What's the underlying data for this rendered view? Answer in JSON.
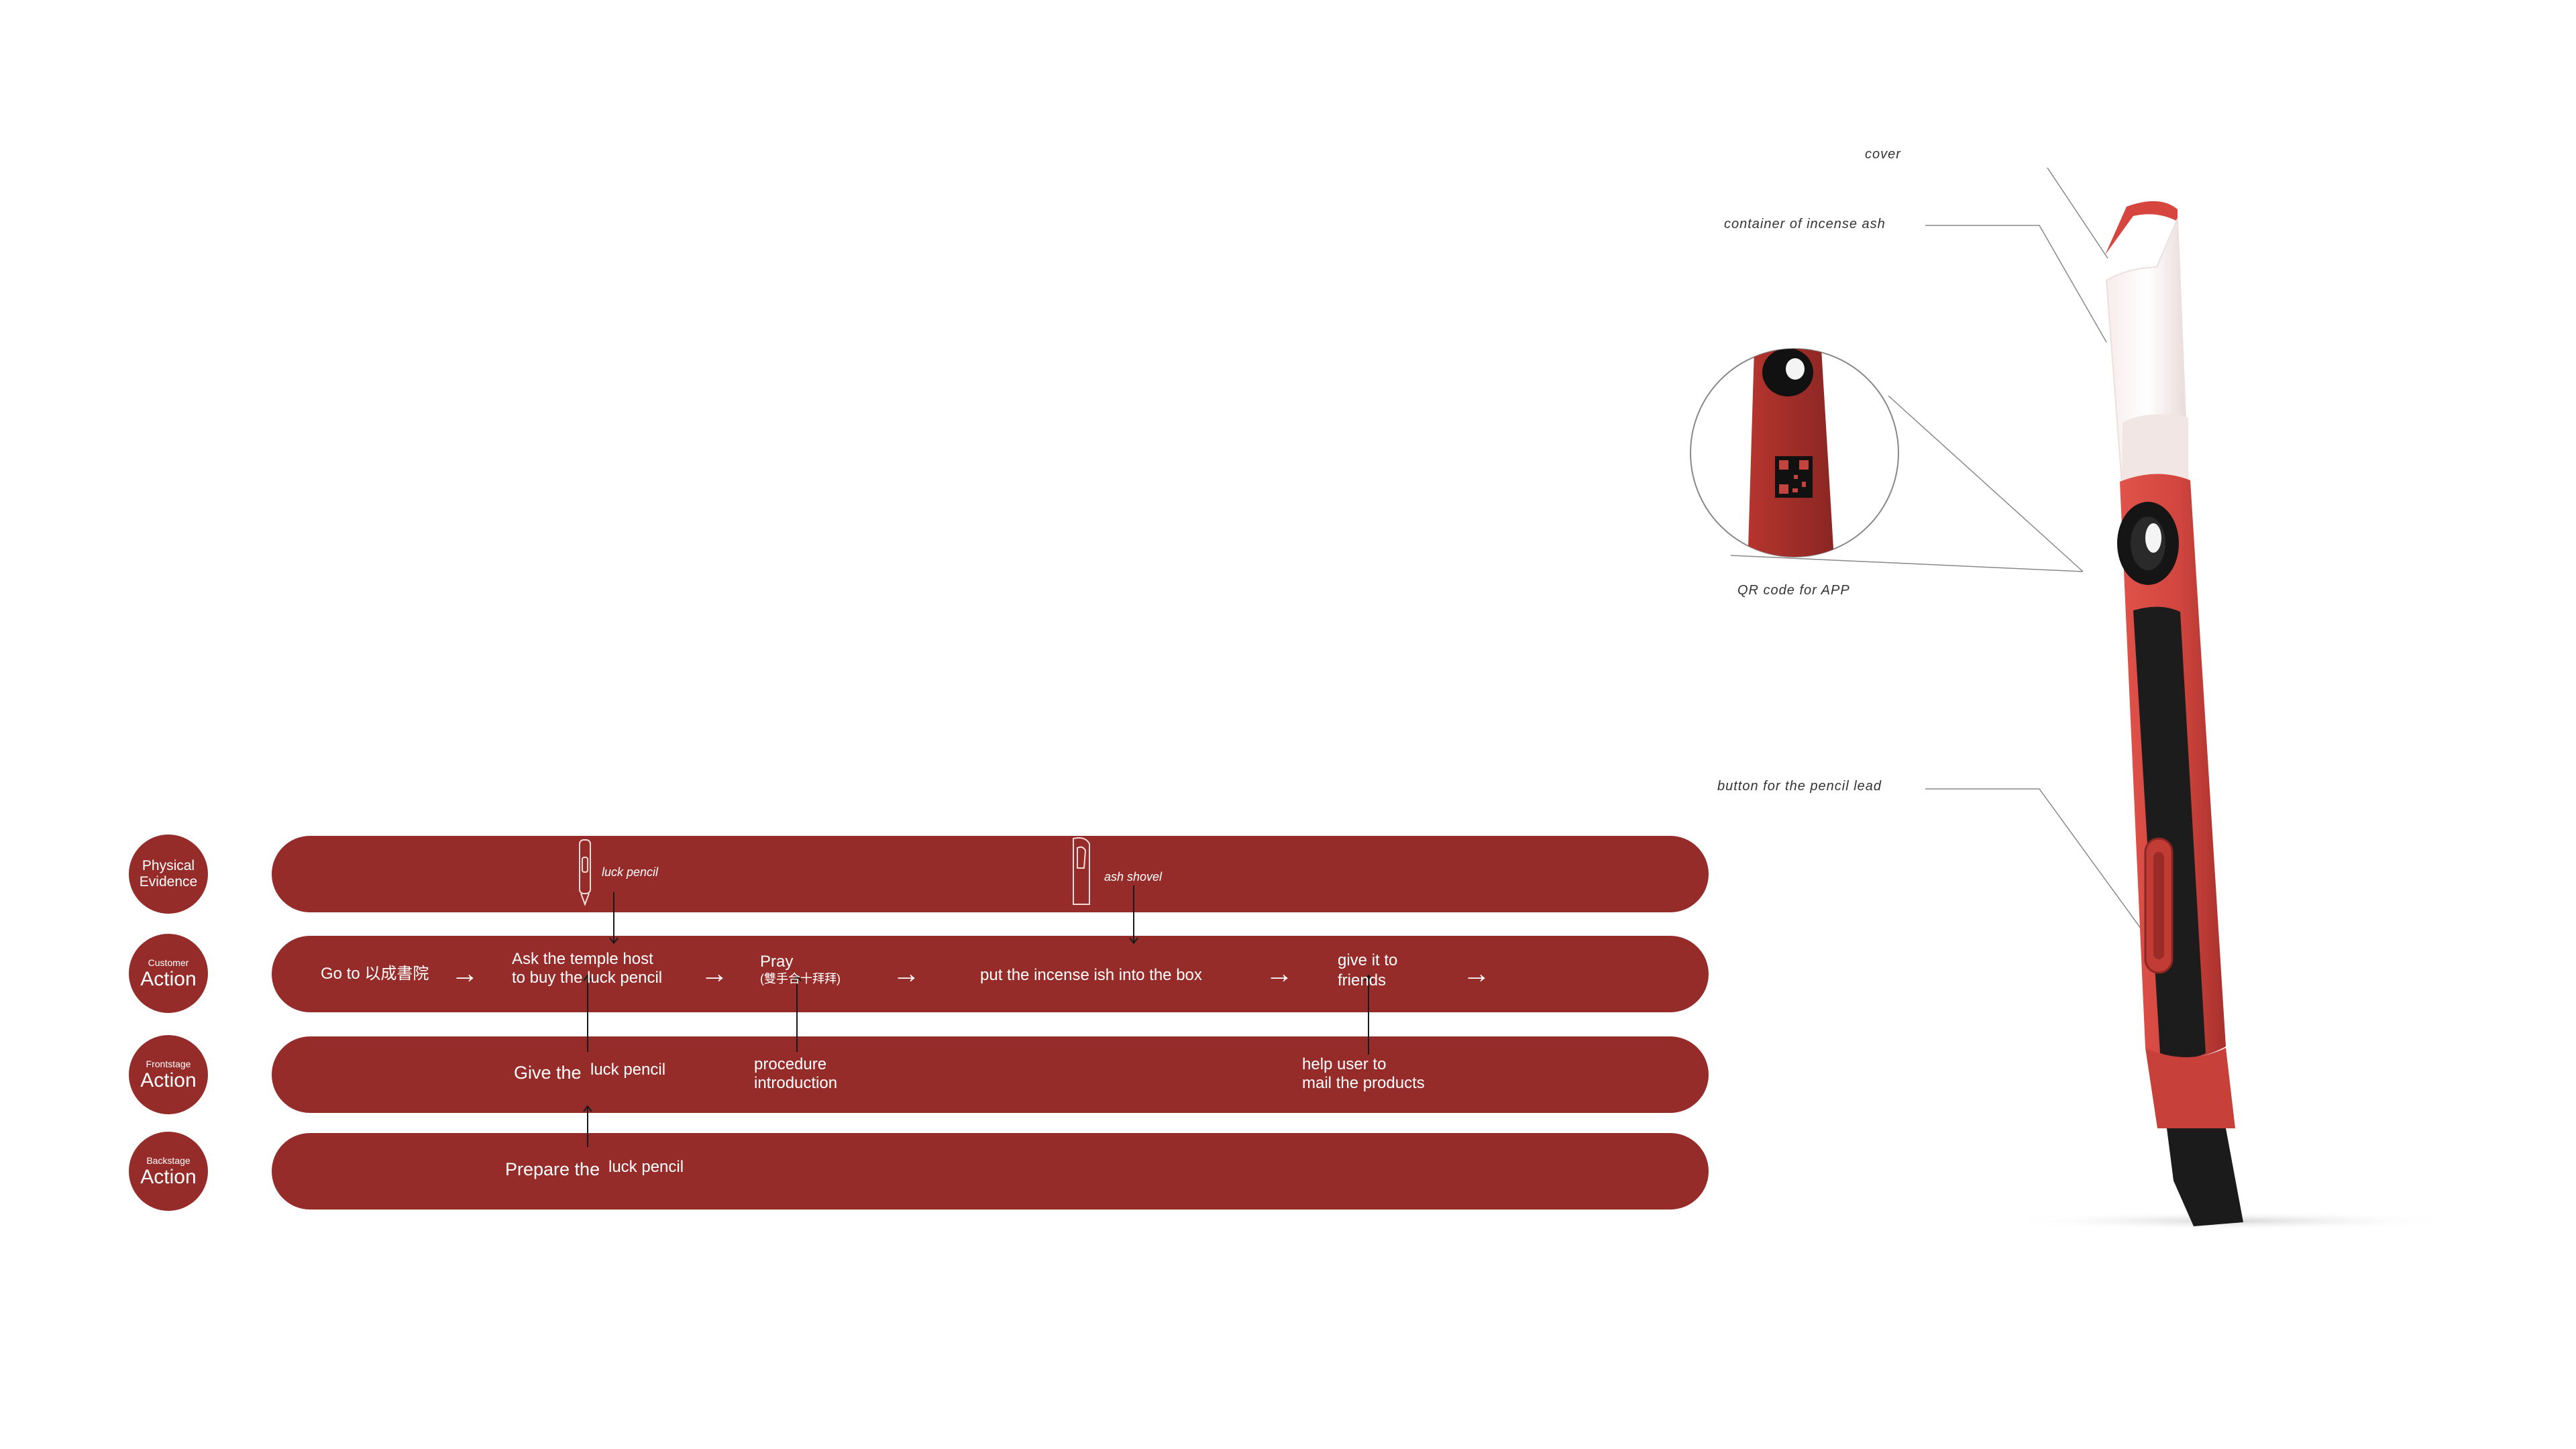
{
  "diagram": {
    "rows": [
      {
        "label_line1": "Physical",
        "label_line2": "Evidence"
      },
      {
        "label_line1": "Customer",
        "label_line2": "Action"
      },
      {
        "label_line1": "Frontstage",
        "label_line2": "Action"
      },
      {
        "label_line1": "Backstage",
        "label_line2": "Action"
      }
    ],
    "physical": {
      "luck_pencil": "luck pencil",
      "ash_shovel": "ash shovel"
    },
    "customer": {
      "step1": "Go to 以成書院",
      "step2_line1": "Ask the temple host",
      "step2_line2": "to buy the luck pencil",
      "step3_line1": "Pray",
      "step3_line2": "(雙手合十拜拜)",
      "step4": "put the incense ish into the box",
      "step5_line1": "give it to",
      "step5_line2": "friends",
      "arrow": "→"
    },
    "frontstage": {
      "give_a": "Give the",
      "give_b": "luck pencil",
      "procedure_line1": "procedure",
      "procedure_line2": "introduction",
      "help_line1": "help user to",
      "help_line2": "mail the products"
    },
    "backstage": {
      "prepare_a": "Prepare the",
      "prepare_b": "luck pencil"
    }
  },
  "product": {
    "callouts": {
      "cover": "cover",
      "container": "container of  incense ash",
      "qr": "QR code for APP",
      "button": "button for the pencil lead"
    }
  },
  "colors": {
    "lane": "#962c2a",
    "product_red": "#d2463f",
    "product_dark": "#1f1f1f"
  }
}
